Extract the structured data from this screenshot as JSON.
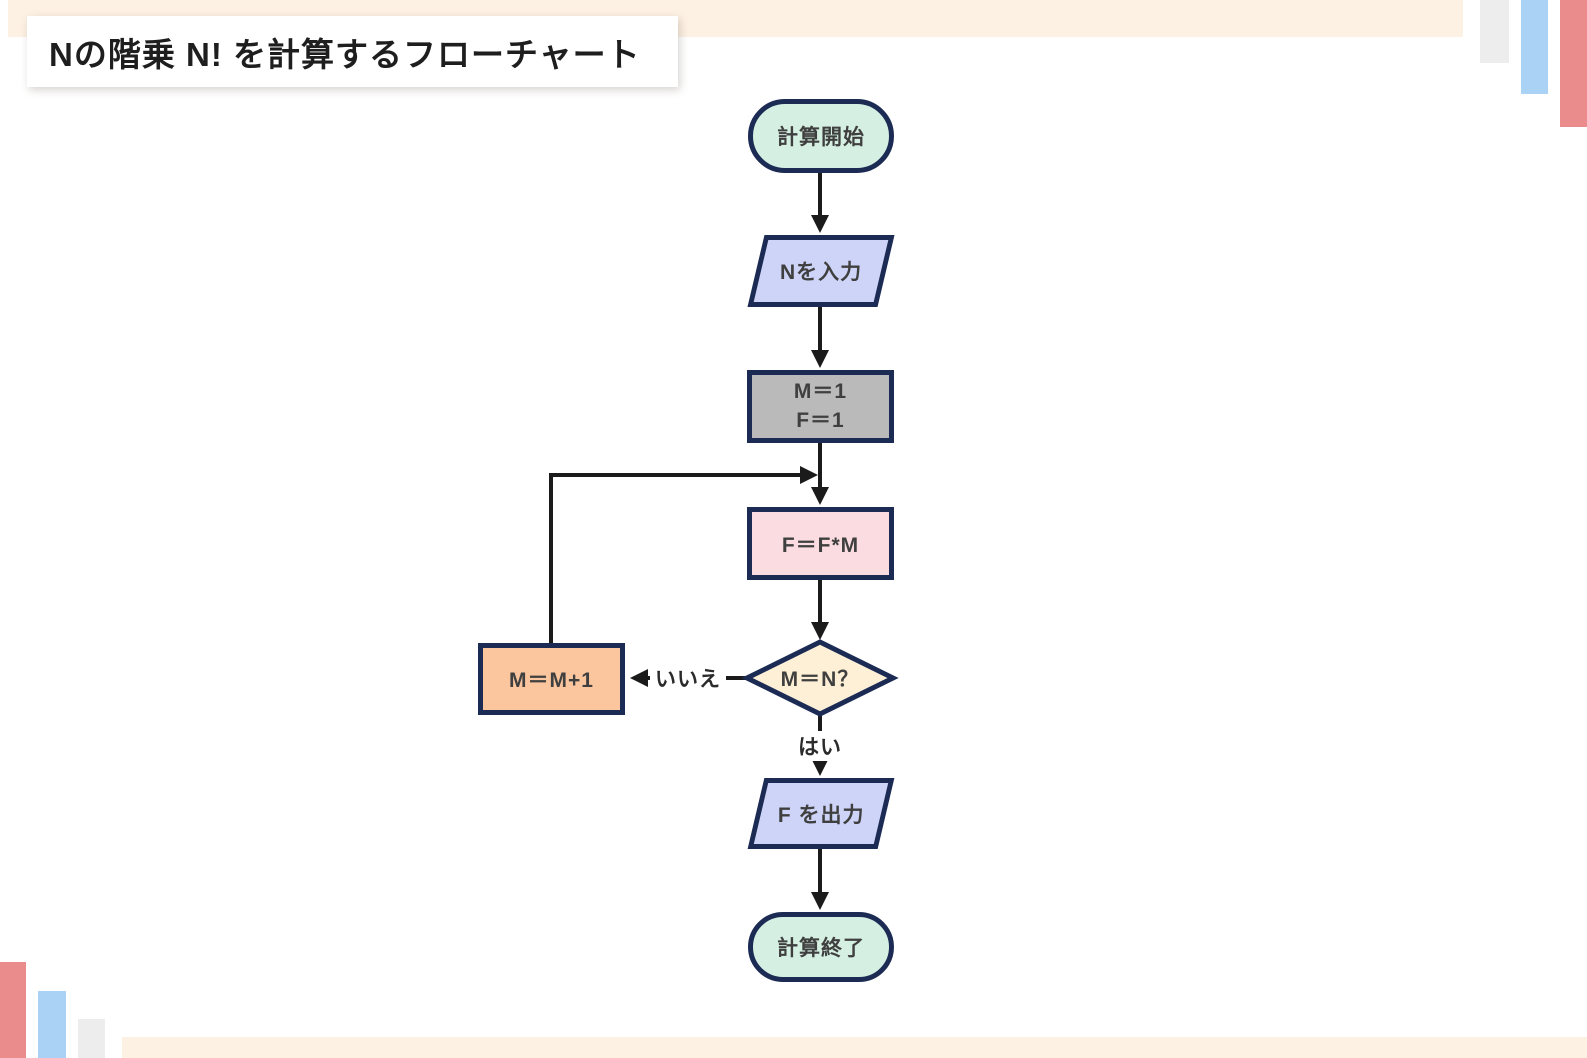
{
  "title": {
    "text": "Nの階乗 N! を計算するフローチャート"
  },
  "colors": {
    "page_bg": "#ffffff",
    "accent_bar": "#fdf1e3",
    "deco_gray": "#ededed",
    "deco_blue": "#a9d2f5",
    "deco_red": "#ea8c8c",
    "node_border": "#1c2b54",
    "terminal_fill": "#d5f0e3",
    "io_fill": "#cdd4f8",
    "init_fill": "#bababa",
    "process_fill": "#fbdce1",
    "decision_fill": "#fdf0d7",
    "loop_fill": "#fbc59e",
    "connector": "#1b1b1b",
    "node_text": "#3f3f3f",
    "title_text": "#1e1e1e"
  },
  "flowchart": {
    "start": {
      "label": "計算開始"
    },
    "input": {
      "label": "Nを入力"
    },
    "init": {
      "line1": "M＝1",
      "line2": "F＝1"
    },
    "multiply": {
      "label": "F＝F*M"
    },
    "decision": {
      "label": "M＝N？"
    },
    "increment": {
      "label": "M＝M+1"
    },
    "output": {
      "label": "F を出力"
    },
    "end": {
      "label": "計算終了"
    },
    "labels": {
      "yes": "はい",
      "no": "いいえ"
    }
  }
}
